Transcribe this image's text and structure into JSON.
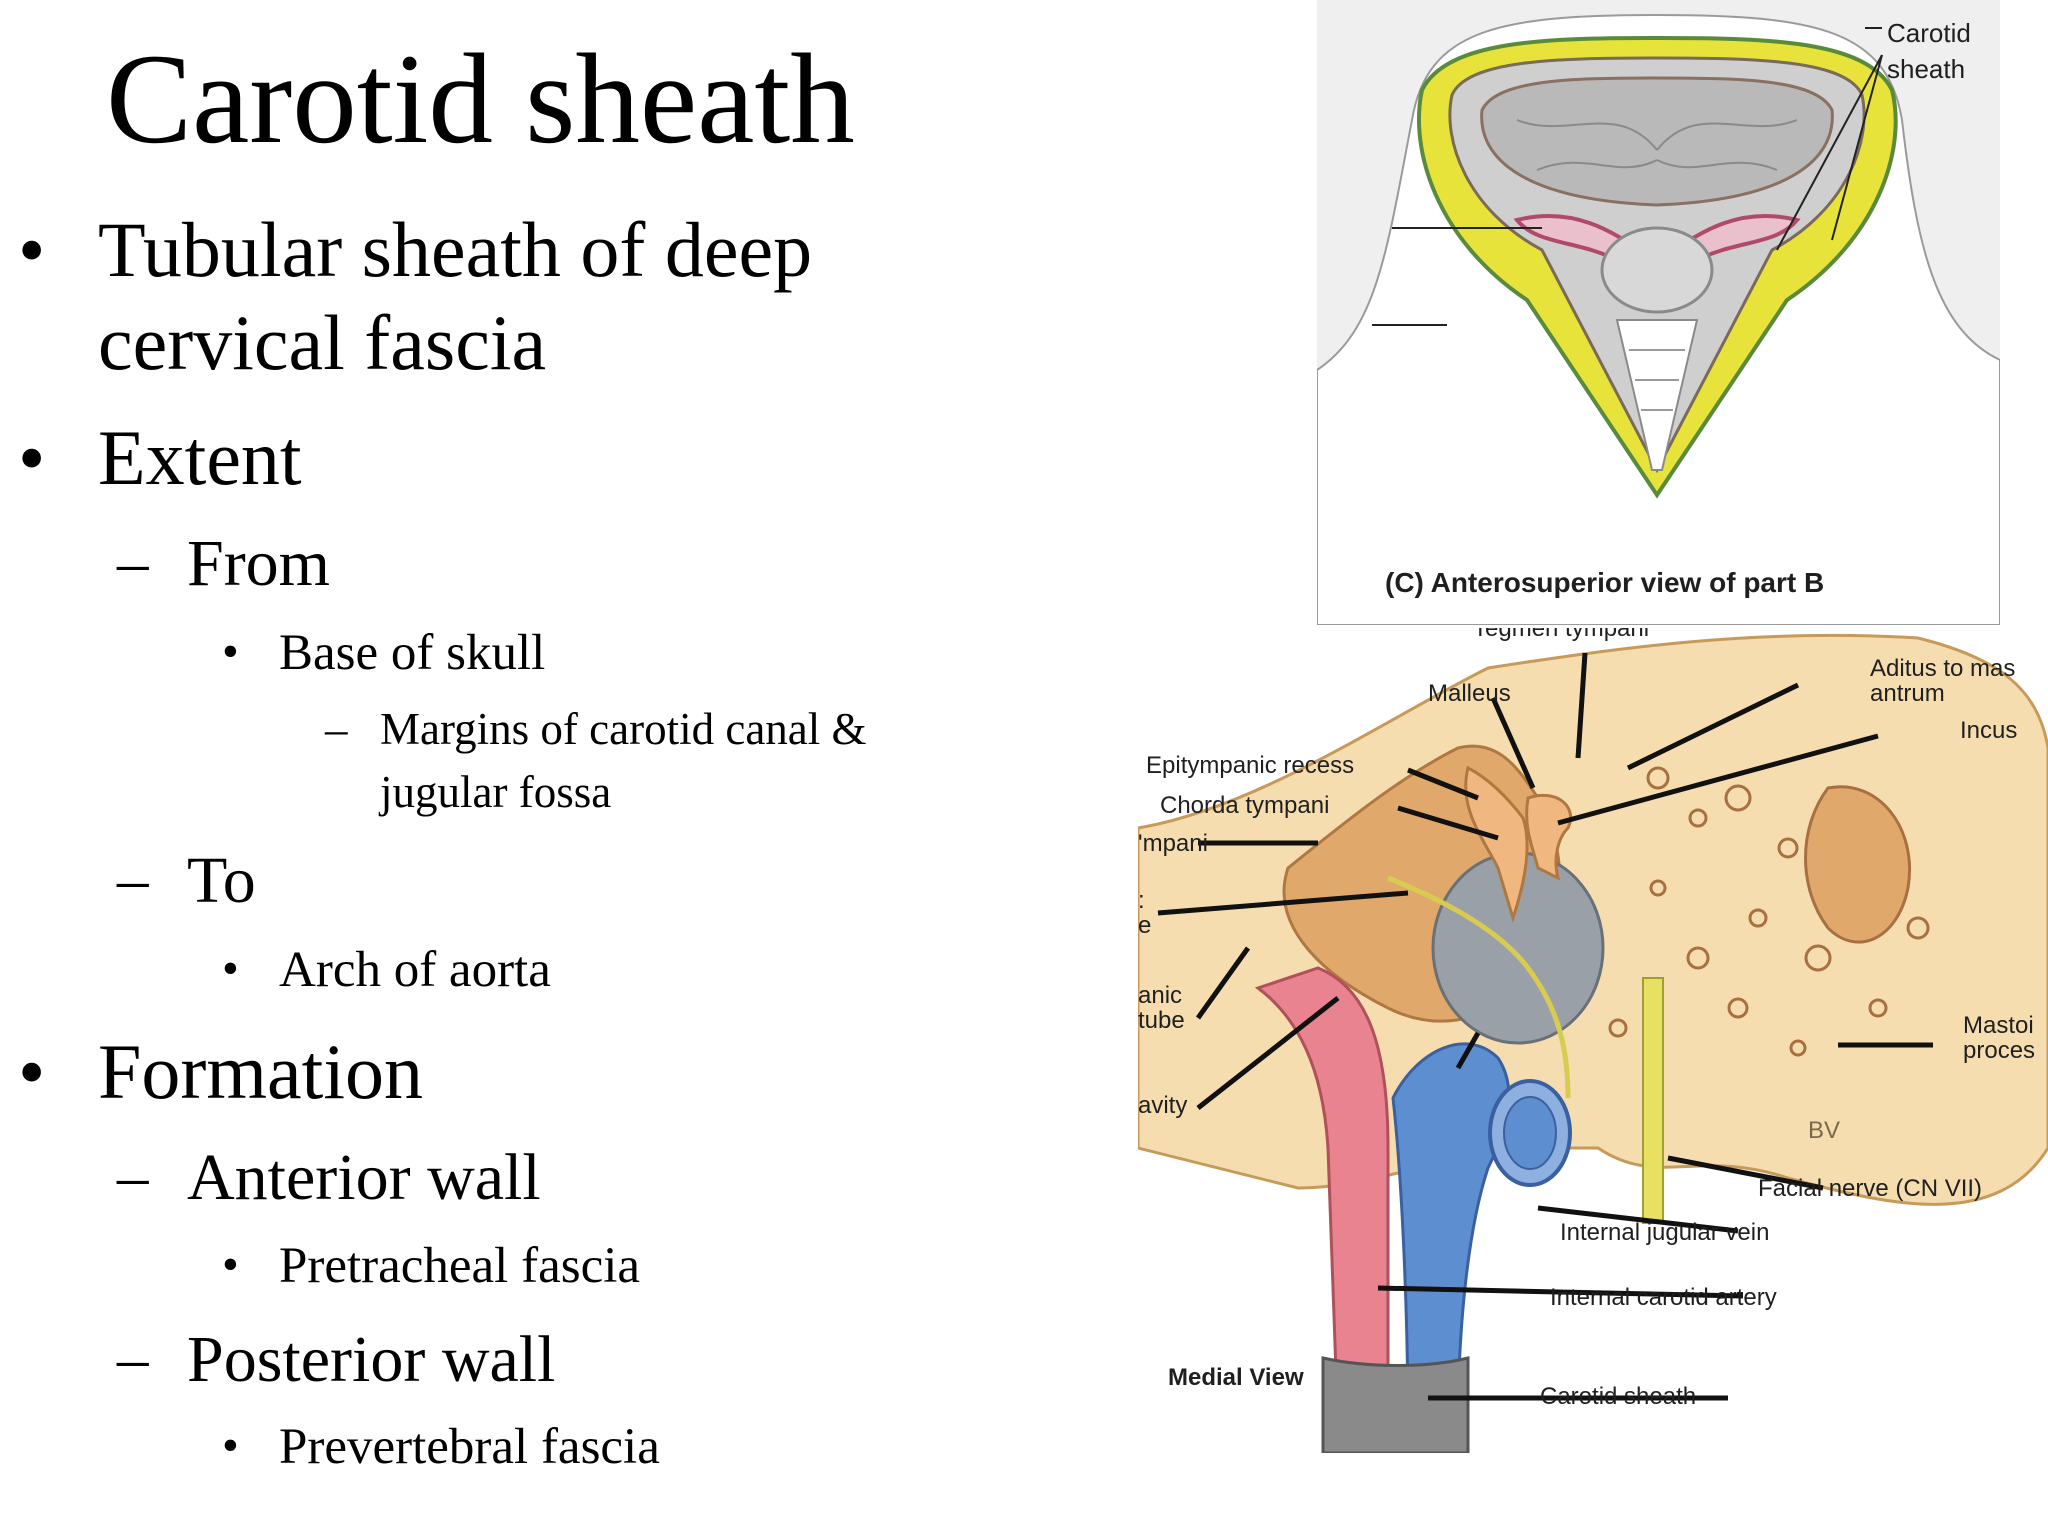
{
  "slide": {
    "title": "Carotid sheath",
    "bullets": [
      {
        "level": 1,
        "text": "Tubular sheath of deep"
      },
      {
        "level": 1,
        "text": "cervical fascia"
      },
      {
        "level": 1,
        "text": "Extent"
      },
      {
        "level": 2,
        "text": "From"
      },
      {
        "level": 3,
        "text": "Base of skull"
      },
      {
        "level": 4,
        "text": "Margins of carotid canal &"
      },
      {
        "level": 4,
        "text": "jugular fossa"
      },
      {
        "level": 2,
        "text": "To"
      },
      {
        "level": 3,
        "text": "Arch of aorta"
      },
      {
        "level": 1,
        "text": "Formation"
      },
      {
        "level": 2,
        "text": "Anterior wall"
      },
      {
        "level": 3,
        "text": "Pretracheal fascia"
      },
      {
        "level": 2,
        "text": "Posterior wall"
      },
      {
        "level": 3,
        "text": "Prevertebral fascia"
      }
    ],
    "markers": {
      "bullet": "•",
      "dash": "–"
    }
  },
  "figure_top": {
    "caption": "(C)  Anterosuperior view of part B",
    "label_carotid_1": "Carotid",
    "label_carotid_2": "sheath",
    "colors": {
      "fascia_yellow": "#e8e33a",
      "outline": "#5a8a3c",
      "sheath": "#b04a6a",
      "tissue": "#bdbdbd"
    }
  },
  "figure_bottom": {
    "labels": {
      "tegmen": "Tegmen tympani",
      "malleus": "Malleus",
      "aditus_1": "Aditus to mas",
      "aditus_2": "antrum",
      "incus": "Incus",
      "epitympanic": "Epitympanic recess",
      "chorda": "Chorda tympani",
      "tympani": "'mpani",
      "cut1": ":",
      "cut2": "e",
      "anic": "anic",
      "tube": "tube",
      "avity": "avity",
      "mastoid_1": "Mastoi",
      "mastoid_2": "proces",
      "bv": "BV",
      "facial": "Facial nerve (CN VII)",
      "ijv": "Internal jugular vein",
      "ica": "Internal carotid artery",
      "medial": "Medial View",
      "sheath": "Carotid sheath"
    },
    "colors": {
      "bone": "#f5ddb0",
      "bone_dark": "#e0a86a",
      "artery": "#e9838f",
      "vein": "#5d8fd0",
      "sheath": "#8a8a8a",
      "nerve": "#e8e060",
      "membrane": "#9aa0a8"
    }
  }
}
